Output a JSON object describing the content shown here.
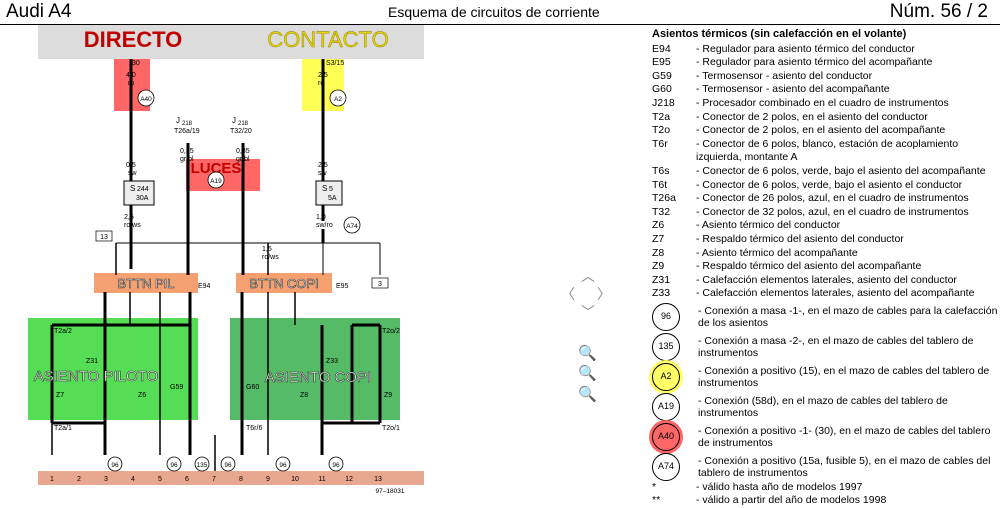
{
  "header": {
    "left": "Audi A4",
    "center": "Esquema de circuitos de corriente",
    "right": "Núm.   56 / 2"
  },
  "diagram": {
    "labels": {
      "directo": "DIRECTO",
      "contacto": "CONTACTO",
      "luces": "LUCES",
      "bttn_pil": "BTTN PIL",
      "bttn_copi": "BTTN COPI",
      "asiento_piloto": "ASIENTO PILOTO",
      "asiento_copi": "ASIENTO COPI"
    },
    "pins": [
      "30",
      "S3/15"
    ],
    "wire_texts": [
      "4,0",
      "ro",
      "2,5",
      "ro",
      "0,5",
      "sw",
      "2,5",
      "sw",
      "2,5",
      "ro/ws",
      "1,0",
      "sw/ro",
      "0,35",
      "gr/bl",
      "0,35",
      "gr/bl",
      "1,5",
      "ro/ws"
    ],
    "connectors": [
      "J",
      "218",
      "T26a/19",
      "J",
      "218",
      "T32/20",
      "S",
      "244",
      "30A",
      "S",
      "5",
      "5A"
    ],
    "components": [
      "E94",
      "E95",
      "G59",
      "G60",
      "Z31",
      "Z33",
      "Z7",
      "Z6",
      "Z8",
      "Z9"
    ],
    "terminal_ids": [
      "A40",
      "A2",
      "A19",
      "A74",
      "96",
      "96",
      "135",
      "96",
      "96",
      "96",
      "13",
      "3",
      "T2a/2",
      "T2a/1",
      "T2o/2",
      "T2o/1",
      "T6r/6"
    ],
    "bus_numbers": [
      "1",
      "2",
      "3",
      "4",
      "5",
      "6",
      "7",
      "8",
      "9",
      "10",
      "11",
      "12",
      "13"
    ],
    "ref": "97–18031"
  },
  "legend": {
    "title": "Asientos térmicos (sin calefacción en el volante)",
    "items": [
      {
        "code": "E94",
        "desc": "Regulador para asiento térmico del conductor"
      },
      {
        "code": "E95",
        "desc": "Regulador para asiento térmico del acompañante"
      },
      {
        "code": "G59",
        "desc": "Termosensor - asiento del conductor"
      },
      {
        "code": "G60",
        "desc": "Termosensor - asiento del acompañante"
      },
      {
        "code": "J218",
        "desc": "Procesador combinado en el cuadro de instrumentos"
      },
      {
        "code": "T2a",
        "desc": "Conector de 2 polos, en el asiento del conductor"
      },
      {
        "code": "T2o",
        "desc": "Conector de 2 polos, en el asiento del acompañante"
      },
      {
        "code": "T6r",
        "desc": "Conector de 6 polos, blanco, estación de acoplamiento izquierda, montante A"
      },
      {
        "code": "T6s",
        "desc": "Conector de 6 polos, verde, bajo el asiento del acompañante"
      },
      {
        "code": "T6t",
        "desc": "Conector de 6 polos, verde, bajo el asiento el conductor"
      },
      {
        "code": "T26a",
        "desc": "Conector de 26 polos, azul, en el cuadro de instrumentos"
      },
      {
        "code": "T32",
        "desc": "Conector de 32 polos, azul, en el cuadro de instrumentos"
      },
      {
        "code": "Z6",
        "desc": "Asiento térmico del conductor"
      },
      {
        "code": "Z7",
        "desc": "Respaldo térmico del asiento del conductor"
      },
      {
        "code": "Z8",
        "desc": "Asiento térmico del acompañante"
      },
      {
        "code": "Z9",
        "desc": "Respaldo térmico del asiento del acompañante"
      },
      {
        "code": "Z31",
        "desc": "Calefacción elementos laterales, asiento del conductor"
      },
      {
        "code": "Z33",
        "desc": "Calefacción elementos laterales, asiento del acompañante"
      }
    ],
    "circles": [
      {
        "id": "96",
        "desc": "Conexión a masa -1-, en el mazo de cables para la calefacción de los asientos",
        "style": "plain"
      },
      {
        "id": "135",
        "desc": "Conexión a masa -2-, en el mazo de cables del tablero de instrumentos",
        "style": "plain"
      },
      {
        "id": "A2",
        "desc": "Conexión a positivo (15), en el mazo de cables del tablero de instrumentos",
        "style": "yellow"
      },
      {
        "id": "A19",
        "desc": "Conexión (58d), en el mazo de cables del tablero de instrumentos",
        "style": "plain"
      },
      {
        "id": "A40",
        "desc": "Conexión a positivo -1- (30), en el mazo de cables del tablero de instrumentos",
        "style": "red"
      },
      {
        "id": "A74",
        "desc": "Conexión a positivo (15a, fusible 5), en el mazo de cables del tablero de instrumentos",
        "style": "plain"
      }
    ],
    "notes": [
      {
        "code": "*",
        "desc": "válido hasta año de modelos 1997"
      },
      {
        "code": "**",
        "desc": "válido a partir del año de modelos 1998"
      }
    ]
  },
  "colors": {
    "red_hl": "#ff6666",
    "yellow_hl": "#ffff55",
    "green_hl": "#55dd55",
    "orange_hl": "#f4a070",
    "bus": "#e8a890"
  }
}
